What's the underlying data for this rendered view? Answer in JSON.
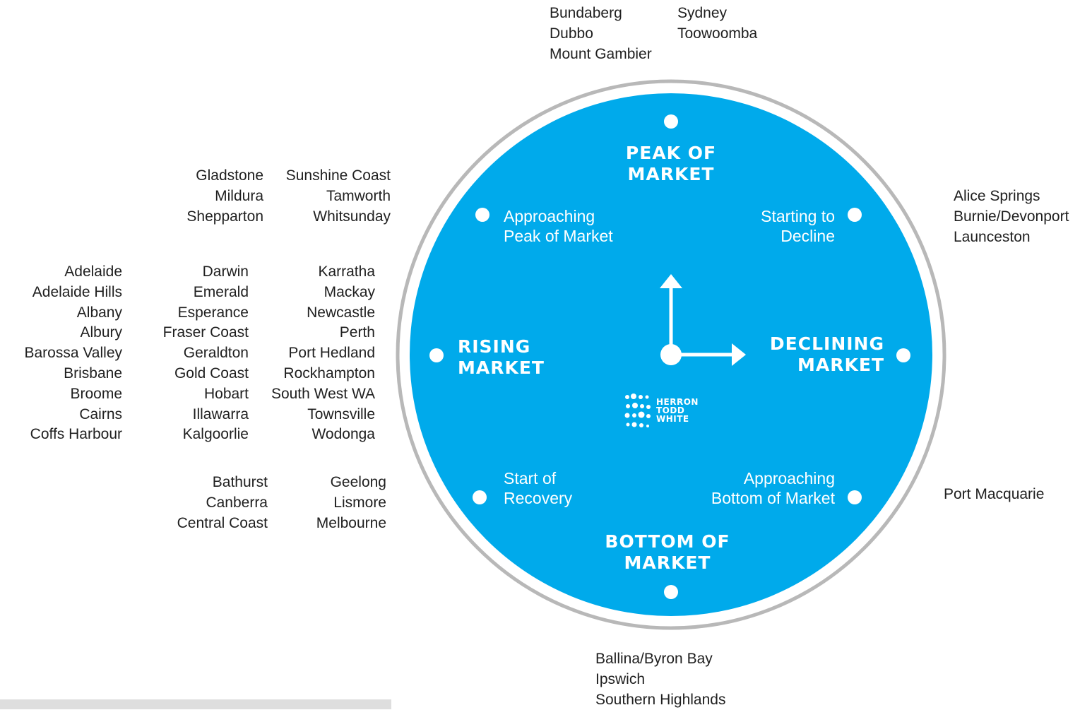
{
  "phases": {
    "peak": [
      "PEAK OF",
      "MARKET"
    ],
    "declining": [
      "DECLINING",
      "MARKET"
    ],
    "bottom": [
      "BOTTOM OF",
      "MARKET"
    ],
    "rising": [
      "RISING",
      "MARKET"
    ],
    "approaching_peak": [
      "Approaching",
      "Peak of Market"
    ],
    "starting_decline": [
      "Starting to",
      "Decline"
    ],
    "approaching_bottom": [
      "Approaching",
      "Bottom of Market"
    ],
    "start_recovery": [
      "Start of",
      "Recovery"
    ]
  },
  "logo": [
    "HERRON",
    "TODD",
    "WHITE"
  ],
  "colors": {
    "clock_fill": "#00aaeb",
    "ring": "#b8b8b8",
    "text": "#1f1f1f"
  },
  "groups": {
    "peak": [
      [
        "Bundaberg",
        "Dubbo",
        "Mount Gambier"
      ],
      [
        "Sydney",
        "Toowoomba"
      ]
    ],
    "approaching_peak": [
      [
        "Gladstone",
        "Mildura",
        "Shepparton"
      ],
      [
        "Sunshine Coast",
        "Tamworth",
        "Whitsunday"
      ]
    ],
    "starting_decline": [
      [
        "Alice Springs",
        "Burnie/Devonport",
        "Launceston"
      ]
    ],
    "rising": [
      [
        "Adelaide",
        "Adelaide Hills",
        "Albany",
        "Albury",
        "Barossa Valley",
        "Brisbane",
        "Broome",
        "Cairns",
        "Coffs Harbour"
      ],
      [
        "Darwin",
        "Emerald",
        "Esperance",
        "Fraser Coast",
        "Geraldton",
        "Gold Coast",
        "Hobart",
        "Illawarra",
        "Kalgoorlie"
      ],
      [
        "Karratha",
        "Mackay",
        "Newcastle",
        "Perth",
        "Port Hedland",
        "Rockhampton",
        "South West WA",
        "Townsville",
        "Wodonga"
      ]
    ],
    "start_recovery": [
      [
        "Bathurst",
        "Canberra",
        "Central Coast"
      ],
      [
        "Geelong",
        "Lismore",
        "Melbourne"
      ]
    ],
    "approaching_bottom": [
      [
        "Port Macquarie"
      ]
    ],
    "bottom": [
      [
        "Ballina/Byron Bay",
        "Ipswich",
        "Southern Highlands"
      ]
    ]
  }
}
